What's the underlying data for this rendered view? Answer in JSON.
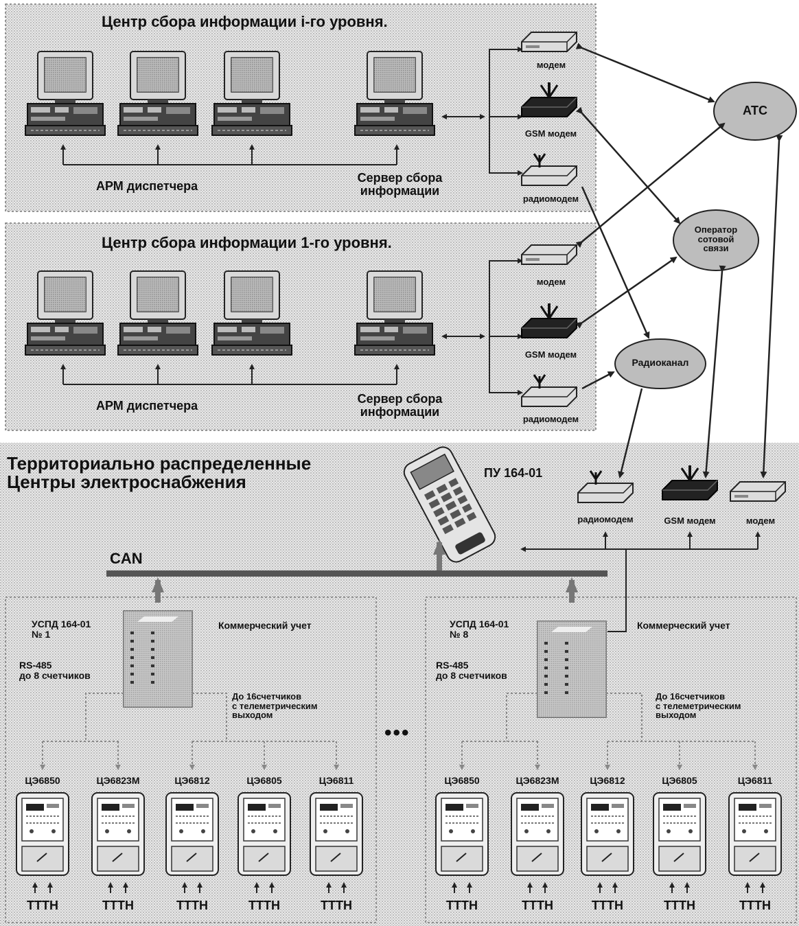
{
  "centers": [
    {
      "title": "Центр сбора информации i-го уровня.",
      "arm_label": "АРМ диспетчера",
      "server_label_1": "Сервер сбора",
      "server_label_2": "информации"
    },
    {
      "title": "Центр сбора информации 1-го уровня.",
      "arm_label": "АРМ диспетчера",
      "server_label_1": "Сервер сбора",
      "server_label_2": "информации"
    }
  ],
  "comm_labels": {
    "modem": "модем",
    "gsm_modem": "GSM модем",
    "radiomodem": "радиомодем"
  },
  "networks": {
    "ats": "АТС",
    "cellular_1": "Оператор",
    "cellular_2": "сотовой",
    "cellular_3": "связи",
    "radio": "Радиоканал"
  },
  "region_title_1": "Территориально распределенные",
  "region_title_2": "Центры электроснабжения",
  "handheld": "ПУ 164-01",
  "bus": "CAN",
  "uspd": [
    {
      "name": "УСПД 164-01",
      "number": "№ 1",
      "account": "Коммерческий учет",
      "rs485_1": "RS-485",
      "rs485_2": "до 8 счетчиков",
      "tele_1": "До 16счетчиков",
      "tele_2": "с телеметрическим",
      "tele_3": "выходом"
    },
    {
      "name": "УСПД 164-01",
      "number": "№ 8",
      "account": "Коммерческий учет",
      "rs485_1": "RS-485",
      "rs485_2": "до 8 счетчиков",
      "tele_1": "До 16счетчиков",
      "tele_2": "с телеметрическим",
      "tele_3": "выходом"
    }
  ],
  "meters": [
    "ЦЭ6850",
    "ЦЭ6823М",
    "ЦЭ6812",
    "ЦЭ6805",
    "ЦЭ6811"
  ],
  "ttn": "ТТТН",
  "ellipsis": "•••",
  "colors": {
    "pattern": "#cfcfcf",
    "dark_device": "#222222",
    "ellipse": "#bdbdbd",
    "line": "#222222"
  }
}
